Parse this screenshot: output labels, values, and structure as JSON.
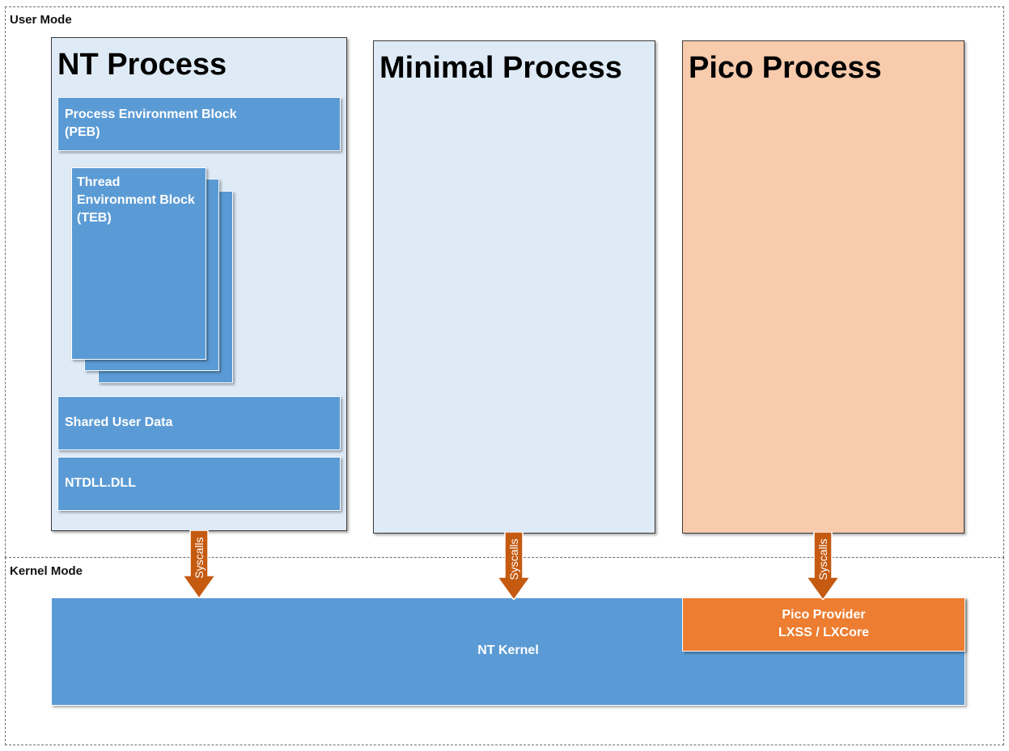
{
  "zones": {
    "user_mode": "User Mode",
    "kernel_mode": "Kernel Mode"
  },
  "processes": {
    "nt": {
      "title": "NT Process",
      "peb": "Process Environment Block\n(PEB)",
      "teb": "Thread\nEnvironment Block\n(TEB)",
      "shared_user_data": "Shared User Data",
      "ntdll": "NTDLL.DLL"
    },
    "minimal": {
      "title": "Minimal Process"
    },
    "pico": {
      "title": "Pico Process"
    }
  },
  "arrows": {
    "nt": "Syscalls",
    "minimal": "Syscalls",
    "pico": "Syscalls"
  },
  "kernel": {
    "nt_kernel": "NT Kernel",
    "pico_provider": "Pico Provider\nLXSS / LXCore"
  },
  "colors": {
    "process_fill": "#deebf7",
    "pico_fill": "#f8cbad",
    "block_blue": "#5b9bd5",
    "pico_provider_orange": "#ed7d31",
    "arrow_fill": "#c55a11"
  }
}
